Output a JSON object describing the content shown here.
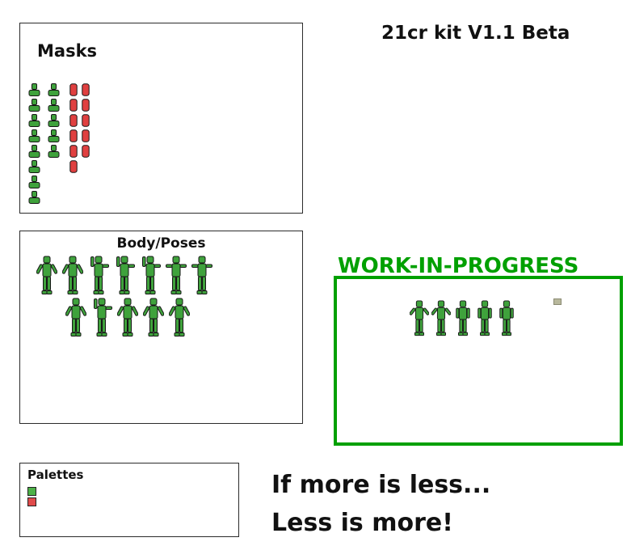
{
  "title": "21cr kit V1.1 Beta",
  "colors": {
    "sprite_green": "#3fa23c",
    "sprite_red": "#e04040",
    "wip_green": "#00a000",
    "tiny_sprite": "#b8b89c"
  },
  "masks_panel": {
    "label": "Masks",
    "green_bust_rows": [
      2,
      2,
      2,
      2,
      2,
      1,
      1,
      1
    ],
    "red_mask_rows": [
      2,
      2,
      2,
      2,
      2,
      1
    ]
  },
  "body_panel": {
    "label": "Body/Poses",
    "row1_poses": [
      "bot-bent",
      "bot-bent",
      "bot-wave",
      "bot-wave",
      "bot-wave",
      "bot-t",
      "bot-t"
    ],
    "row2_poses": [
      "bot-bent",
      "bot-wave",
      "bot-bent",
      "bot-bent",
      "bot-bent"
    ]
  },
  "wip": {
    "label": "WORK-IN-PROGRESS",
    "poses": [
      "bot-akimbo",
      "bot-akimbo",
      "bot-down",
      "bot-down",
      "bot-down"
    ]
  },
  "palettes_panel": {
    "label": "Palettes",
    "swatches": [
      "#4db148",
      "#e04b4b"
    ]
  },
  "tagline": {
    "line1": "If more is less...",
    "line2": "Less is more!"
  }
}
